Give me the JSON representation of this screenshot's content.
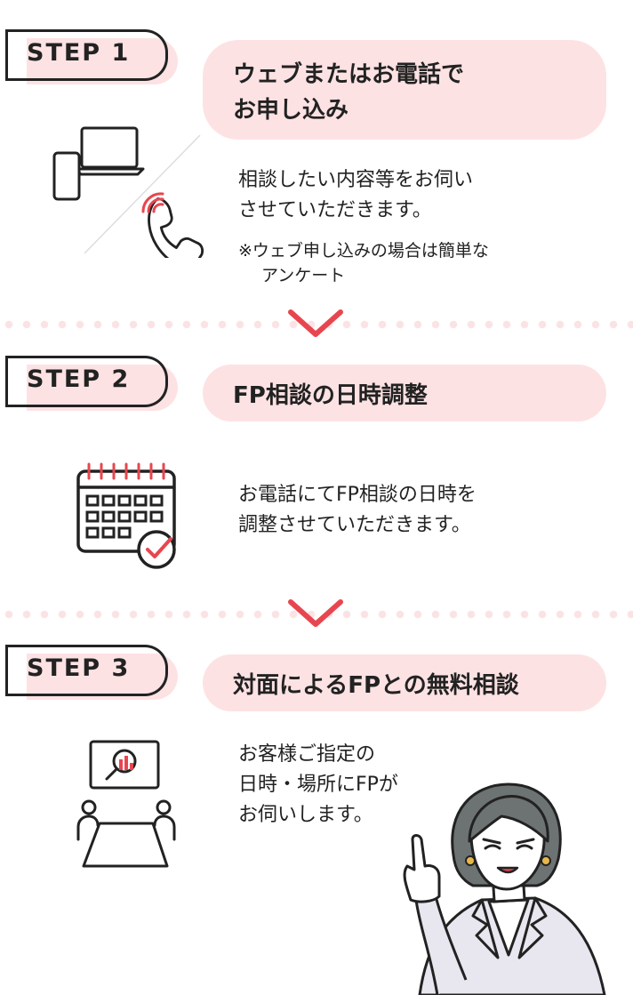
{
  "steps": [
    {
      "badge": "STEP 1",
      "title_line1": "ウェブまたはお電話で",
      "title_line2": "お申し込み",
      "desc_line1": "相談したい内容等をお伺い",
      "desc_line2": "させていただきます。",
      "note_line1": "※ウェブ申し込みの場合は簡単な",
      "note_line2": "アンケート"
    },
    {
      "badge": "STEP 2",
      "title": "FP相談の日時調整",
      "desc_line1": "お電話にてFP相談の日時を",
      "desc_line2": "調整させていただきます。"
    },
    {
      "badge": "STEP 3",
      "title": "対面によるFPとの無料相談",
      "desc_line1": "お客様ご指定の",
      "desc_line2": "日時・場所にFPが",
      "desc_line3": "お伺いします。"
    }
  ],
  "colors": {
    "accent": "#e8464f",
    "pink": "#fde2e4",
    "ink": "#222222"
  },
  "icons": [
    "laptop-icon",
    "smartphone-icon",
    "phone-call-icon",
    "calendar-check-icon",
    "consultation-icon",
    "advisor-illustration"
  ]
}
